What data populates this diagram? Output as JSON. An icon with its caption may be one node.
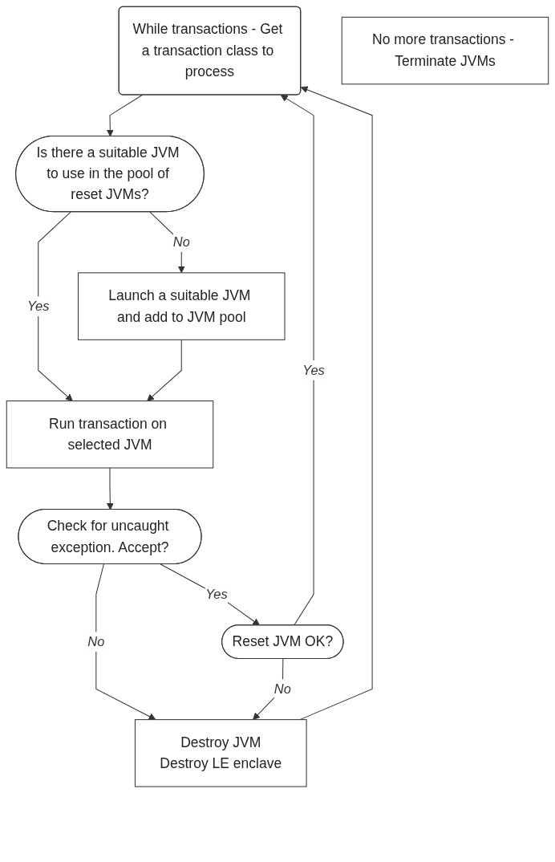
{
  "diagram": {
    "nodes": [
      {
        "text": [
          "While transactions - Get a transaction class to process"
        ]
      },
      {
        "text": [
          "Is there a suitable JVM to use in the pool of reset JVMs?"
        ]
      },
      {
        "text": [
          "Launch a suitable JVM and add to JVM pool"
        ]
      },
      {
        "text": [
          "Run transaction on selected JVM"
        ]
      },
      {
        "text": [
          "Check for uncaught exception. Accept?"
        ]
      },
      {
        "text": [
          "Reset JVM OK?"
        ]
      },
      {
        "text": [
          "Destroy JVM",
          "Destroy LE enclave"
        ]
      },
      {
        "text": [
          "No more transactions - Terminate JVMs"
        ]
      }
    ],
    "edges": [
      {
        "from": 0,
        "to": 1,
        "arrow": "to"
      },
      {
        "from": 1,
        "to": 2,
        "label": "No",
        "arrow": "to"
      },
      {
        "from": 1,
        "to": 3,
        "label": "Yes",
        "arrow": "to"
      },
      {
        "from": 2,
        "to": 3,
        "arrow": "to"
      },
      {
        "from": 3,
        "to": 4,
        "arrow": "to"
      },
      {
        "from": 4,
        "to": 5,
        "label": "Yes",
        "arrow": "to"
      },
      {
        "from": 4,
        "to": 6,
        "label": "No",
        "arrow": "to"
      },
      {
        "from": 5,
        "to": 0,
        "label": "Yes",
        "arrow": "to"
      },
      {
        "from": 5,
        "to": 6,
        "label": "No",
        "arrow": "to"
      },
      {
        "from": 6,
        "to": 0,
        "arrow": "to"
      }
    ]
  }
}
